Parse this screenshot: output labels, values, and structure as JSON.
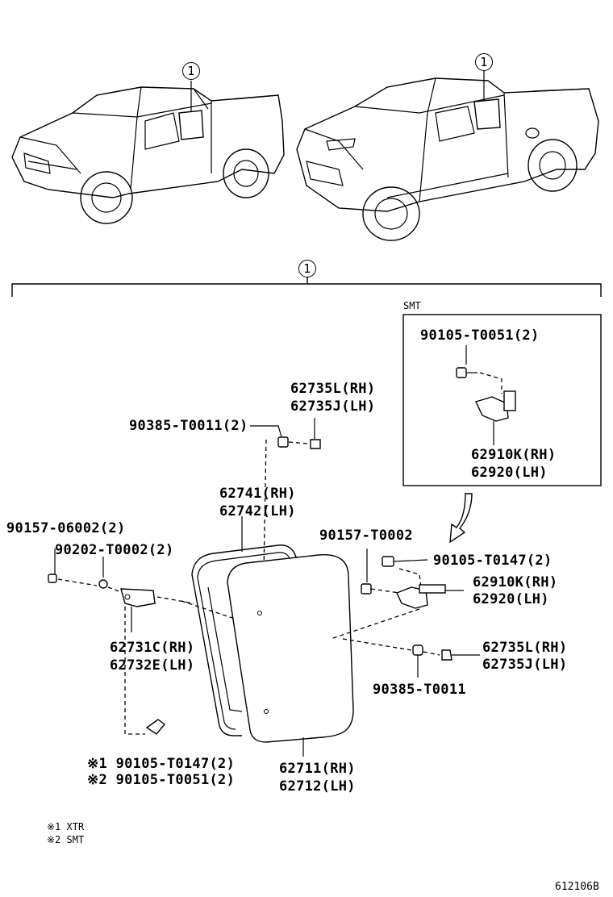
{
  "callout": "1",
  "smt_box_title": "SMT",
  "parts": {
    "bolt_smt_box": "90105-T0051(2)",
    "hinge_smt_rh": "62910K(RH)",
    "hinge_smt_lh": "62920(LH)",
    "clip_top_rh": "62735L(RH)",
    "clip_top_lh": "62735J(LH)",
    "nut_top": "90385-T0011(2)",
    "glass_frame_rh": "62741(RH)",
    "glass_frame_lh": "62742(LH)",
    "screw_left": "90157-06002(2)",
    "washer_left": "90202-T0002(2)",
    "screw_right": "90157-T0002",
    "bolt_right": "90105-T0147(2)",
    "hinge_right_rh": "62910K(RH)",
    "hinge_right_lh": "62920(LH)",
    "latch_rh": "62731C(RH)",
    "latch_lh": "62732E(LH)",
    "clip_right_rh": "62735L(RH)",
    "clip_right_lh": "62735J(LH)",
    "nut_right": "90385-T0011",
    "bolt_xtr": "※1 90105-T0147(2)",
    "bolt_smt": "※2 90105-T0051(2)",
    "glass_rh": "62711(RH)",
    "glass_lh": "62712(LH)"
  },
  "notes": {
    "note1": "※1 XTR",
    "note2": "※2 SMT"
  },
  "figure_id": "612106B"
}
